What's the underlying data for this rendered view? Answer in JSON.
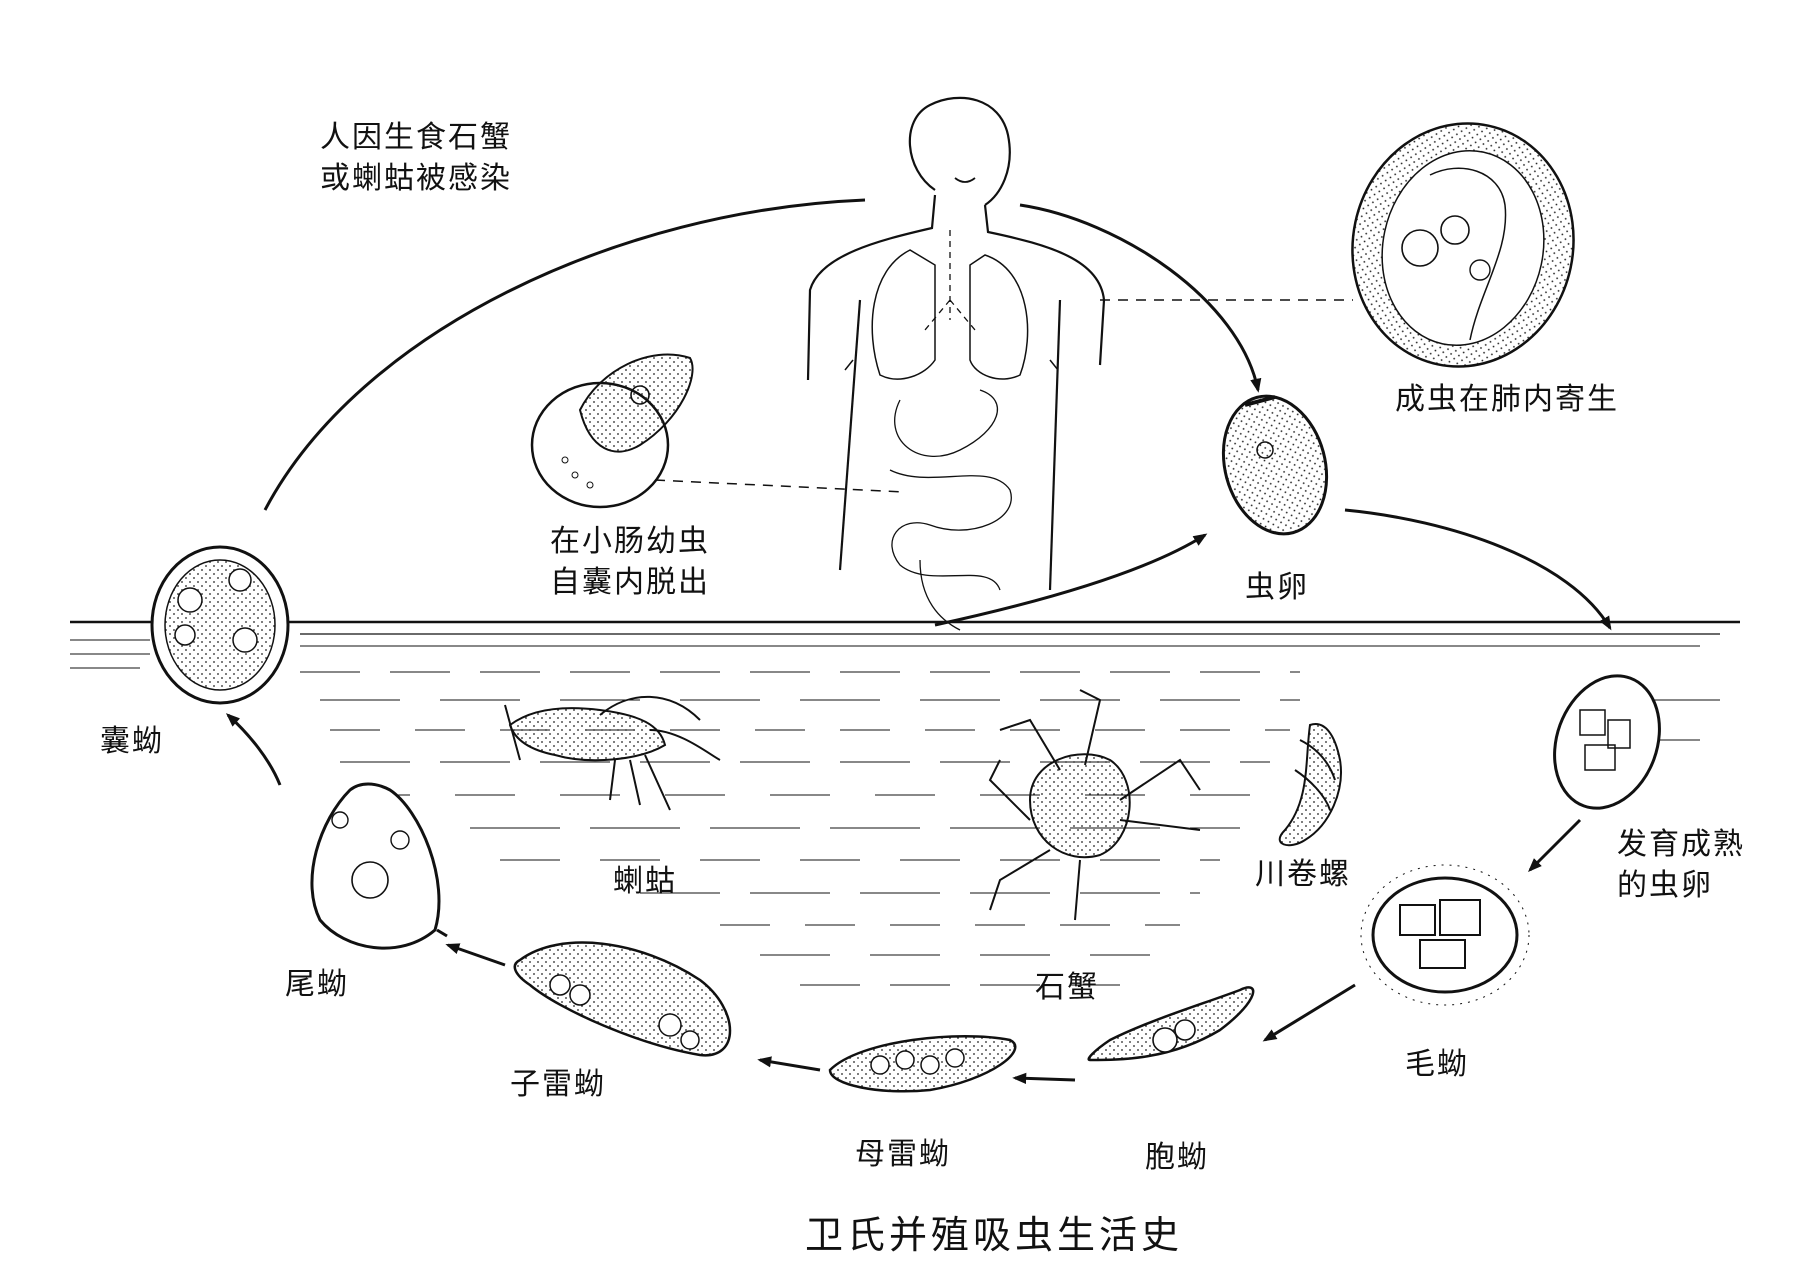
{
  "title": "卫氏并殖吸虫生活史",
  "labels": {
    "infection_line1": "人因生食石蟹",
    "infection_line2": "或蝲蛄被感染",
    "adult": "成虫在肺内寄生",
    "excyst_line1": "在小肠幼虫",
    "excyst_line2": "自囊内脱出",
    "egg": "虫卵",
    "mature_egg_line1": "发育成熟",
    "mature_egg_line2": "的虫卵",
    "metacercaria": "囊蚴",
    "crayfish": "蝲蛄",
    "crab": "石蟹",
    "snail": "川卷螺",
    "cercaria": "尾蚴",
    "daughter_redia": "子雷蚴",
    "mother_redia": "母雷蚴",
    "sporocyst": "胞蚴",
    "miracidium": "毛蚴"
  }
}
